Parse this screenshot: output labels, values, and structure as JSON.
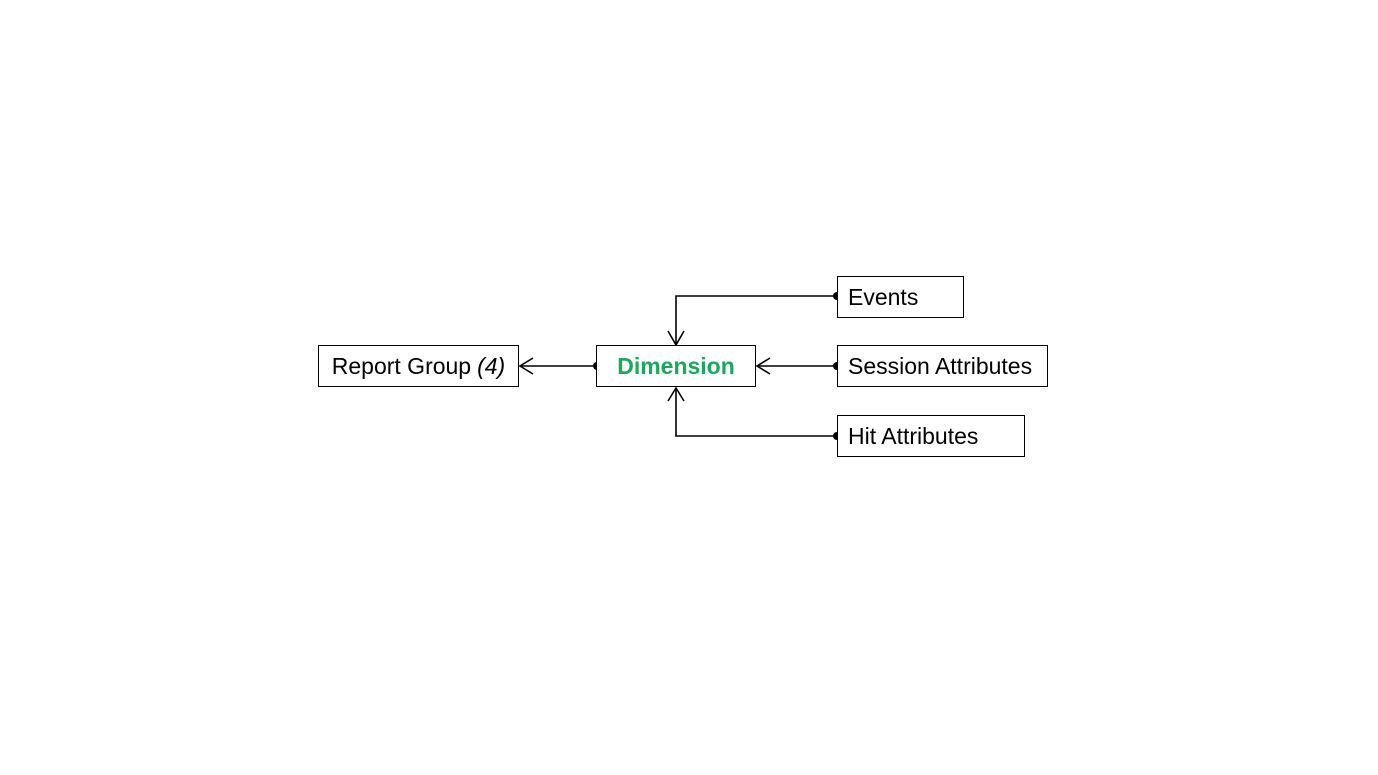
{
  "colors": {
    "dimension_text": "#1aa85a",
    "line": "#000000"
  },
  "nodes": {
    "report_group": {
      "label": "Report Group",
      "count": "(4)"
    },
    "dimension": {
      "label": "Dimension"
    },
    "events": {
      "label": "Events"
    },
    "session_attributes": {
      "label": "Session Attributes"
    },
    "hit_attributes": {
      "label": "Hit Attributes"
    }
  }
}
